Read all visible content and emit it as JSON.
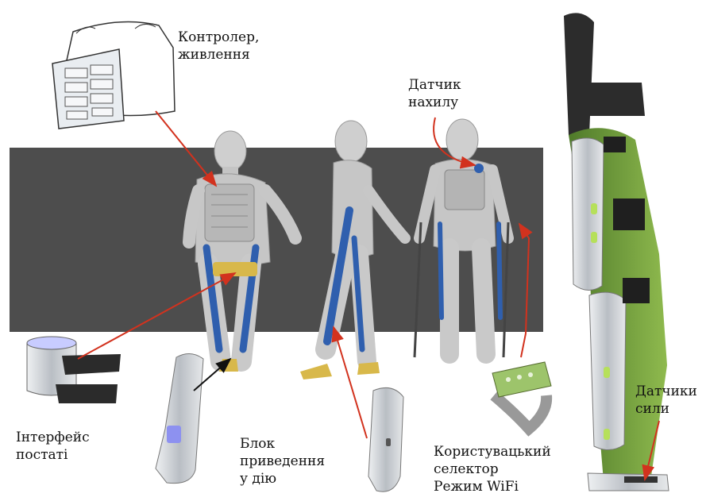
{
  "labels": {
    "controller": [
      "Контролер,",
      "живлення"
    ],
    "tilt_sensor": [
      "Датчик",
      "нахилу"
    ],
    "interface": [
      "Інтерфейс",
      "постаті"
    ],
    "actuator": [
      "Блок",
      "приведення",
      "у дію"
    ],
    "selector": [
      "Користувацький",
      "селектор",
      "Режим WiFi"
    ],
    "force_sensors": [
      "Датчики",
      "сили"
    ]
  },
  "colors": {
    "backdrop": "#4d4d4d",
    "arrow": "#d2321e",
    "arrow_dark": "#111111",
    "exo_blue": "#2f5fae",
    "exo_gold": "#d8b84a",
    "body_gray": "#c9c9c9",
    "device_green": "#6f9a3a"
  },
  "icons": [
    "vest-icon",
    "cuff-icon",
    "foot-plate-icon",
    "actuator-icon",
    "wrist-selector-icon",
    "exoskeleton-icon"
  ]
}
